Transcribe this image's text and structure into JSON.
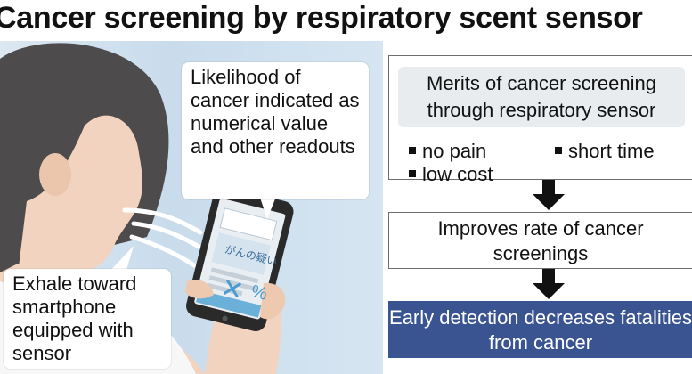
{
  "title": "Cancer screening by respiratory scent sensor",
  "illustration": {
    "bubble_top": "Likelihood of cancer indicated as numerical value and other readouts",
    "bubble_bottom": "Exhale toward smartphone equipped with sensor",
    "phone_screen_text": "がんの疑い",
    "phone_screen_symbol": "✕",
    "phone_screen_unit": "%"
  },
  "flow": {
    "merits_title": "Merits of cancer screening through respiratory sensor",
    "merits": [
      "no pain",
      "short time",
      "low cost"
    ],
    "step2": "Improves rate of cancer screenings",
    "step3": "Early detection decreases fatalities from cancer"
  },
  "colors": {
    "accent_box": "#3a5391",
    "background_illustration": "#c9dcec"
  }
}
